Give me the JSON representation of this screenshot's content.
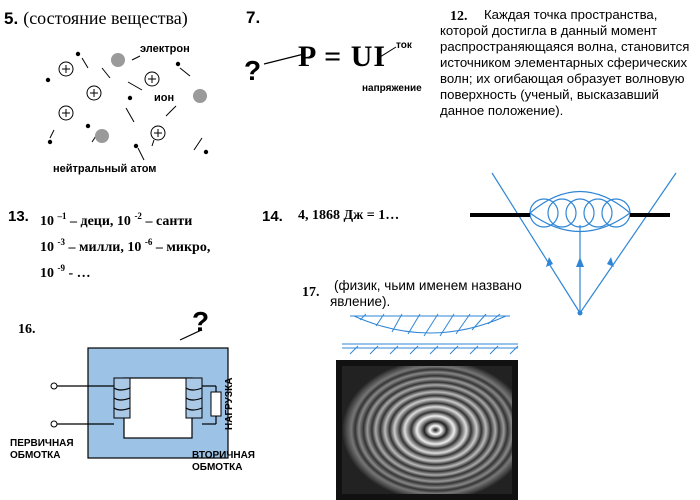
{
  "q5": {
    "number": "5.",
    "text": "(состояние вещества)",
    "labels": {
      "electron": "электрон",
      "ion": "ион",
      "neutral_atom": "нейтральный атом"
    }
  },
  "q7": {
    "number": "7.",
    "question_mark": "?",
    "formula": "P = UI",
    "label_current": "ток",
    "label_voltage": "напряжение"
  },
  "q12": {
    "number": "12.",
    "text": "Каждая точка пространства, которой достигла в данный момент распространяющаяся волна, становится источником элементарных сферических волн; их огибающая образует волновую поверхность (ученый, высказавший данное положение)."
  },
  "q13": {
    "number": "13.",
    "lines": [
      [
        "10 ",
        "–1",
        " – деци, 10 ",
        "-2",
        " – санти"
      ],
      [
        "10 ",
        "-3",
        " – милли, 10 ",
        "-6",
        " – микро,"
      ],
      [
        "10 ",
        "-9",
        " - …",
        "",
        ""
      ]
    ]
  },
  "q14": {
    "number": "14.",
    "text": "4, 1868 Дж = 1…"
  },
  "q16": {
    "number": "16.",
    "question_mark": "?",
    "label_primary": [
      "первичная",
      "обмотка"
    ],
    "label_secondary": [
      "вторичная",
      "обмотка"
    ],
    "label_load": "нагрузка"
  },
  "q17": {
    "number": "17.",
    "text": "(физик, чьим именем названо явление)."
  },
  "colors": {
    "frame_blue": "#9cc3e6",
    "line_blue": "#2f86d6",
    "core_fill": "#a9c9e6"
  }
}
